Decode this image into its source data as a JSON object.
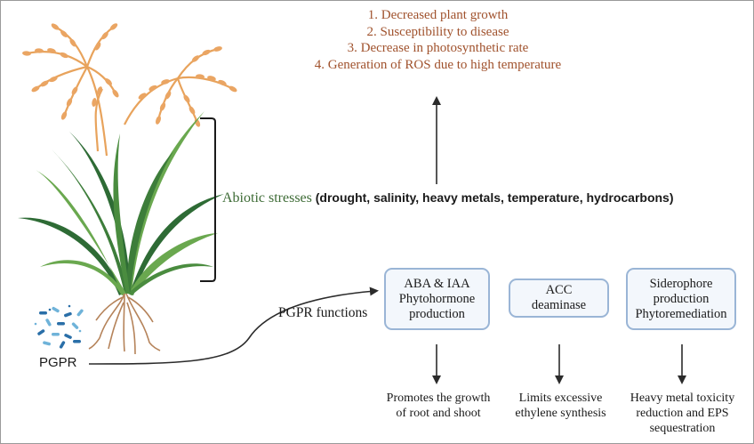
{
  "effects": [
    "1.  Decreased plant growth",
    "2. Susceptibility to disease",
    "3. Decrease in photosynthetic rate",
    "4. Generation of ROS due to high temperature"
  ],
  "stress": {
    "heading": "Abiotic stresses",
    "detail": " (drought, salinity, heavy metals, temperature, hydrocarbons)"
  },
  "labels": {
    "pgpr": "PGPR",
    "pgpr_functions": "PGPR functions"
  },
  "functions": [
    {
      "lines": [
        "ABA & IAA",
        "Phytohormone",
        "production"
      ],
      "outcome": [
        "Promotes the growth",
        "of root and shoot"
      ]
    },
    {
      "lines": [
        "ACC deaminase"
      ],
      "outcome": [
        "Limits excessive",
        "ethylene synthesis"
      ]
    },
    {
      "lines": [
        "Siderophore",
        "production",
        "Phytoremediation"
      ],
      "outcome": [
        "Heavy metal toxicity",
        "reduction and EPS",
        "sequestration"
      ]
    }
  ],
  "colors": {
    "effects_text": "#a0522d",
    "stress_heading": "#3d6b35",
    "box_border": "#9ab5d6",
    "grain": "#e8a35c",
    "leaf_dark": "#2e6b35",
    "leaf_light": "#6aa84f"
  }
}
